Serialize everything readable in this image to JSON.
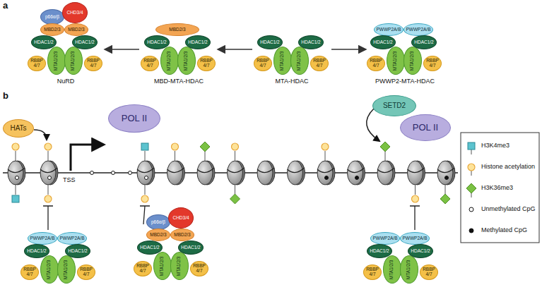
{
  "diagram": {
    "nodes": [
      {
        "text": [
          "NuRD"
        ]
      },
      {
        "text": [
          "p66α/β"
        ],
        "in": 0
      },
      {
        "text": [
          "CHD3/4"
        ],
        "in": 0
      },
      {
        "text": [
          "MBD2/3"
        ],
        "in": 0
      },
      {
        "text": [
          "MBD2/3"
        ],
        "in": 0
      },
      {
        "text": [
          "HDAC1/2"
        ],
        "in": 0
      },
      {
        "text": [
          "MTA1/2/3"
        ],
        "in": 0
      },
      {
        "text": [
          "MTA1/2/3"
        ],
        "in": 0
      },
      {
        "text": [
          "HDAC1/2"
        ],
        "in": 0
      },
      {
        "text": [
          "RBBP 4/7"
        ],
        "in": 0
      },
      {
        "text": [
          "RBBP 4/7"
        ],
        "in": 0
      },
      {
        "text": [
          "MBD-MTA-HDAC"
        ]
      },
      {
        "text": [
          "MBD2/3"
        ],
        "in": 11
      },
      {
        "text": [
          "HDAC1/2"
        ],
        "in": 11
      },
      {
        "text": [
          "MTA1/2/3"
        ],
        "in": 11
      },
      {
        "text": [
          "MTA1/2/3"
        ],
        "in": 11
      },
      {
        "text": [
          "HDAC1/2"
        ],
        "in": 11
      },
      {
        "text": [
          "RBBP 4/7"
        ],
        "in": 11
      },
      {
        "text": [
          "RBBP 4/7"
        ],
        "in": 11
      },
      {
        "text": [
          "MTA-HDAC"
        ]
      },
      {
        "text": [
          "HDAC1/2"
        ],
        "in": 19
      },
      {
        "text": [
          "MTA1/2/3"
        ],
        "in": 19
      },
      {
        "text": [
          "MTA1/2/3"
        ],
        "in": 19
      },
      {
        "text": [
          "HDAC1/2"
        ],
        "in": 19
      },
      {
        "text": [
          "RBBP 4/7"
        ],
        "in": 19
      },
      {
        "text": [
          "RBBP 4/7"
        ],
        "in": 19
      },
      {
        "text": [
          "PWWP2-MTA-HDAC"
        ]
      },
      {
        "text": [
          "PWWP2A/B"
        ],
        "in": 26
      },
      {
        "text": [
          "PWWP2A/B"
        ],
        "in": 26
      },
      {
        "text": [
          "HDAC1/2"
        ],
        "in": 26
      },
      {
        "text": [
          "MTA1/2/3"
        ],
        "in": 26
      },
      {
        "text": [
          "MTA1/2/3"
        ],
        "in": 26
      },
      {
        "text": [
          "HDAC1/2"
        ],
        "in": 26
      },
      {
        "text": [
          "RBBP 4/7"
        ],
        "in": 26
      },
      {
        "text": [
          "RBBP 4/7"
        ],
        "in": 26
      },
      {
        "text": [
          "HATs"
        ]
      },
      {
        "text": [
          "POL II"
        ]
      },
      {
        "text": [
          "SETD2"
        ]
      },
      {
        "text": [
          "POL II"
        ]
      },
      {
        "text": [
          "PWWP2A/B"
        ]
      },
      {
        "text": [
          "PWWP2A/B"
        ]
      },
      {
        "text": [
          "HDAC1/2"
        ]
      },
      {
        "text": [
          "MTA1/2/3"
        ]
      },
      {
        "text": [
          "MTA1/2/3"
        ]
      },
      {
        "text": [
          "HDAC1/2"
        ]
      },
      {
        "text": [
          "RBBP 4/7"
        ]
      },
      {
        "text": [
          "RBBP 4/7"
        ]
      },
      {
        "text": [
          "p66α/β"
        ]
      },
      {
        "text": [
          "CHD3/4"
        ]
      },
      {
        "text": [
          "MBD2/3"
        ]
      },
      {
        "text": [
          "MBD2/3"
        ]
      },
      {
        "text": [
          "HDAC1/2"
        ]
      },
      {
        "text": [
          "MTA1/2/3"
        ]
      },
      {
        "text": [
          "MTA1/2/3"
        ]
      },
      {
        "text": [
          "HDAC1/2"
        ]
      },
      {
        "text": [
          "RBBP 4/7"
        ]
      },
      {
        "text": [
          "RBBP 4/7"
        ]
      },
      {
        "text": [
          "PWWP2A/B"
        ]
      },
      {
        "text": [
          "PWWP2A/B"
        ]
      },
      {
        "text": [
          "HDAC1/2"
        ]
      },
      {
        "text": [
          "MTA1/2/3"
        ]
      },
      {
        "text": [
          "MTA1/2/3"
        ]
      },
      {
        "text": [
          "HDAC1/2"
        ]
      },
      {
        "text": [
          "RBBP 4/7"
        ]
      },
      {
        "text": [
          "RBBP 4/7"
        ]
      }
    ],
    "edges": [
      {
        "from": 11,
        "to": 0,
        "arrow": "to"
      },
      {
        "from": 19,
        "to": 11,
        "arrow": "to"
      },
      {
        "from": 19,
        "to": 26,
        "arrow": "to"
      }
    ],
    "labels": [
      "a",
      "b",
      "TSS"
    ],
    "legend": [
      {
        "text": "H3K4me3"
      },
      {
        "text": "Histone acetylation"
      },
      {
        "text": "H3K36me3"
      },
      {
        "text": "Unmethylated CpG"
      },
      {
        "text": "Methylated CpG"
      }
    ]
  }
}
